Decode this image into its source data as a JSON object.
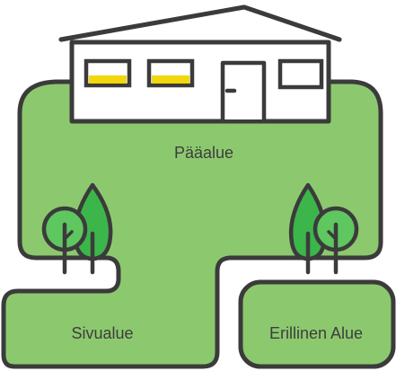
{
  "zones": {
    "main_label": "Pääalue",
    "side_label": "Sivualue",
    "separate_label": "Erillinen Alue"
  },
  "colors": {
    "grass": "#8cc96e",
    "outline": "#3b3b3b",
    "house_wall": "#ffffff",
    "window_glow": "#f2d70c",
    "tree_leaf": "#3cb64a",
    "tree_leaf_light": "#5ec760",
    "trunk": "#3b3b3b"
  },
  "icons": {
    "house": "house-icon",
    "tree_left": "tree-icon",
    "tree_right": "tree-icon"
  }
}
